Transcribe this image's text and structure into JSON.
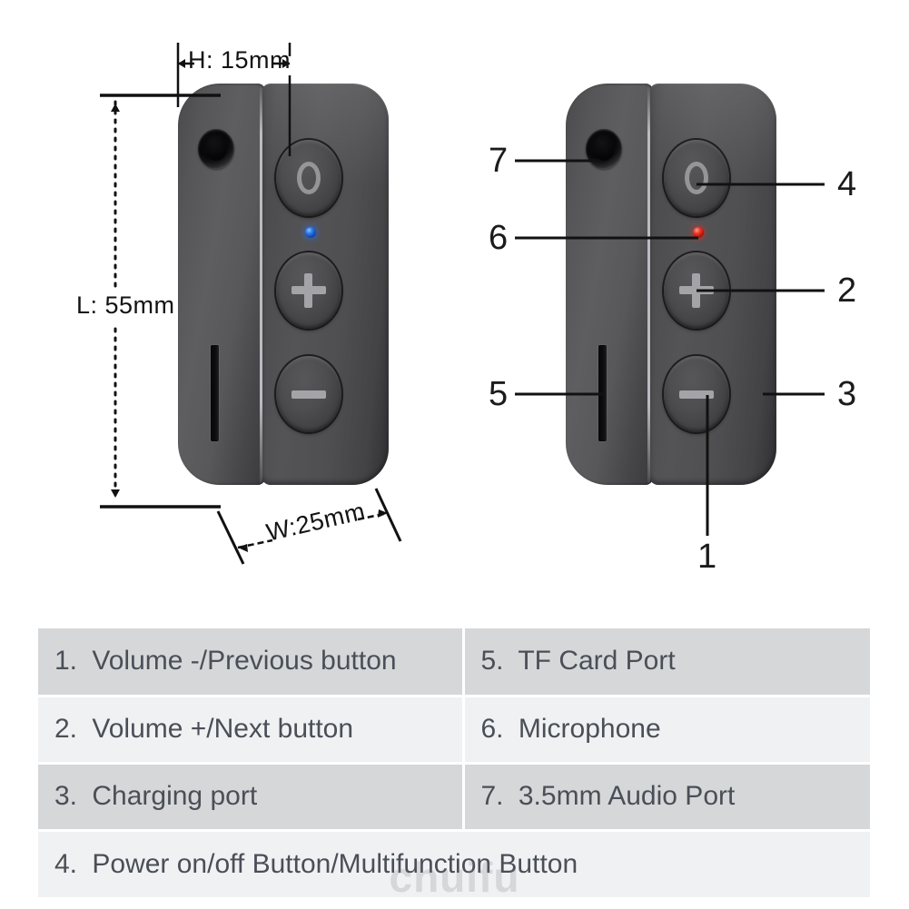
{
  "dimensions": {
    "height_label": "H: 15mm",
    "length_label": "L: 55mm",
    "width_label": "W:25mm"
  },
  "callouts": {
    "one": "1",
    "two": "2",
    "three": "3",
    "four": "4",
    "five": "5",
    "six": "6",
    "seven": "7"
  },
  "devices": {
    "left": {
      "name": "bluetooth-receiver-front-left",
      "led_color": "#1b5fd8",
      "led_state": "blue",
      "buttons": [
        "power-0",
        "volume-plus",
        "volume-minus"
      ],
      "ports": [
        "3.5mm-audio-jack",
        "tf-card-slot"
      ]
    },
    "right": {
      "name": "bluetooth-receiver-front-right",
      "led_color": "#d01c10",
      "led_state": "red",
      "buttons": [
        "power-0",
        "volume-plus",
        "volume-minus"
      ],
      "ports": [
        "3.5mm-audio-jack",
        "tf-card-slot"
      ]
    }
  },
  "legend": {
    "rows": [
      {
        "left_num": "1.",
        "left_text": "Volume -/Previous button",
        "right_num": "5.",
        "right_text": "TF Card Port"
      },
      {
        "left_num": "2.",
        "left_text": "Volume +/Next button",
        "right_num": "6.",
        "right_text": "Microphone"
      },
      {
        "left_num": "3.",
        "left_text": "Charging port",
        "right_num": "7.",
        "right_text": "3.5mm Audio Port"
      }
    ],
    "full_row": {
      "num": "4.",
      "text": "Power on/off Button/Multifunction Button"
    }
  },
  "watermark": "chuifu",
  "colors": {
    "row_odd_bg": "#d6d7d9",
    "row_even_bg": "#f0f1f3",
    "text": "#4a4f57",
    "annotation": "#131313",
    "page_bg": "#ffffff"
  }
}
